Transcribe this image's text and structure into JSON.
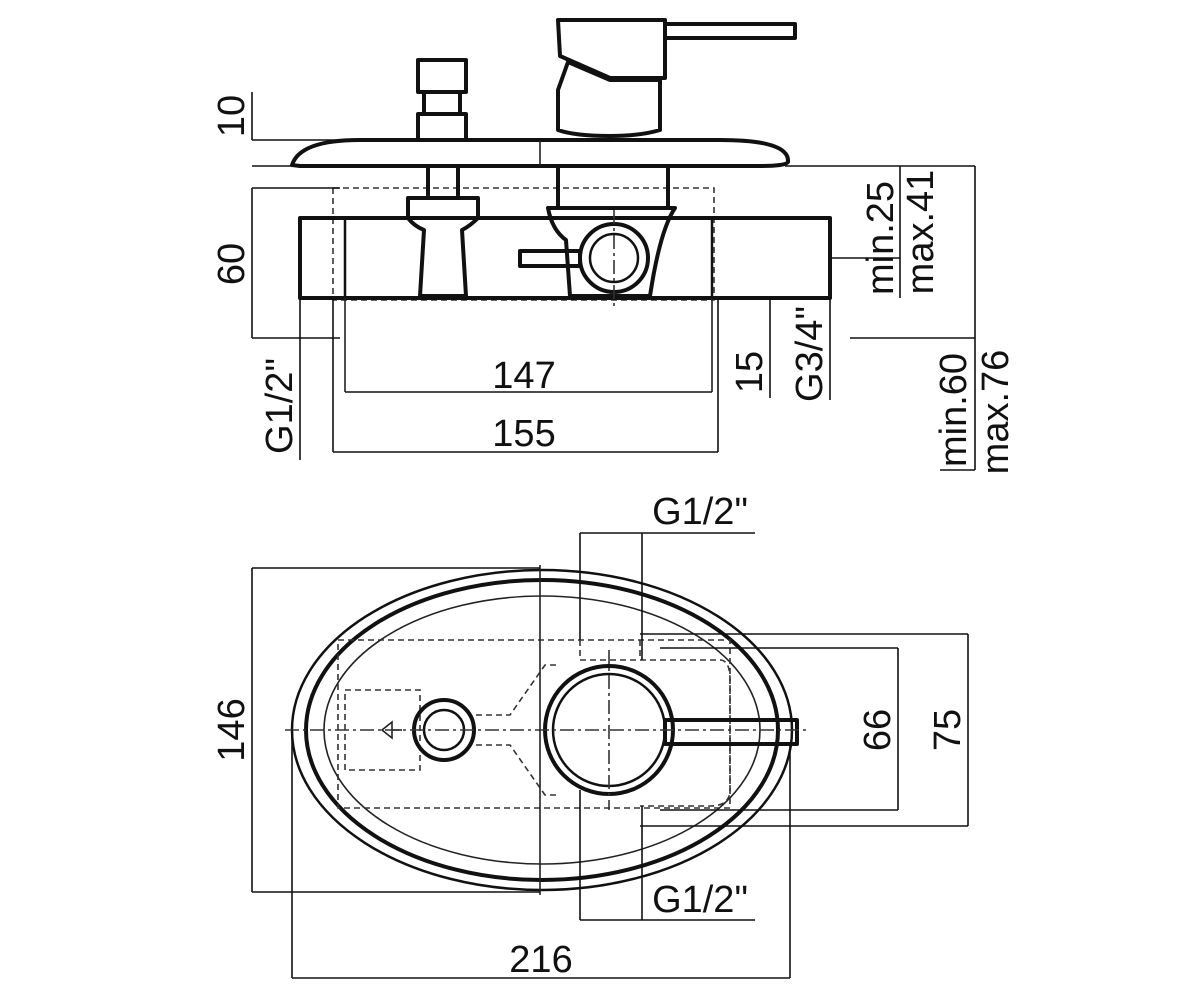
{
  "side_view": {
    "dim_cover_thickness": "10",
    "dim_body_height": "60",
    "dim_body_length": "147",
    "dim_box_length": "155",
    "dim_outlet_offset": "15",
    "thread_inlet": "G1/2\"",
    "thread_outlet": "G3/4\"",
    "depth_min_a": "min.25",
    "depth_max_a": "max.41",
    "depth_min_b": "min.60",
    "depth_max_b": "max.76"
  },
  "top_view": {
    "dim_plate_height": "146",
    "dim_plate_width": "216",
    "dim_inner_66": "66",
    "dim_inner_75": "75",
    "thread_top": "G1/2\"",
    "thread_bottom": "G1/2\""
  }
}
